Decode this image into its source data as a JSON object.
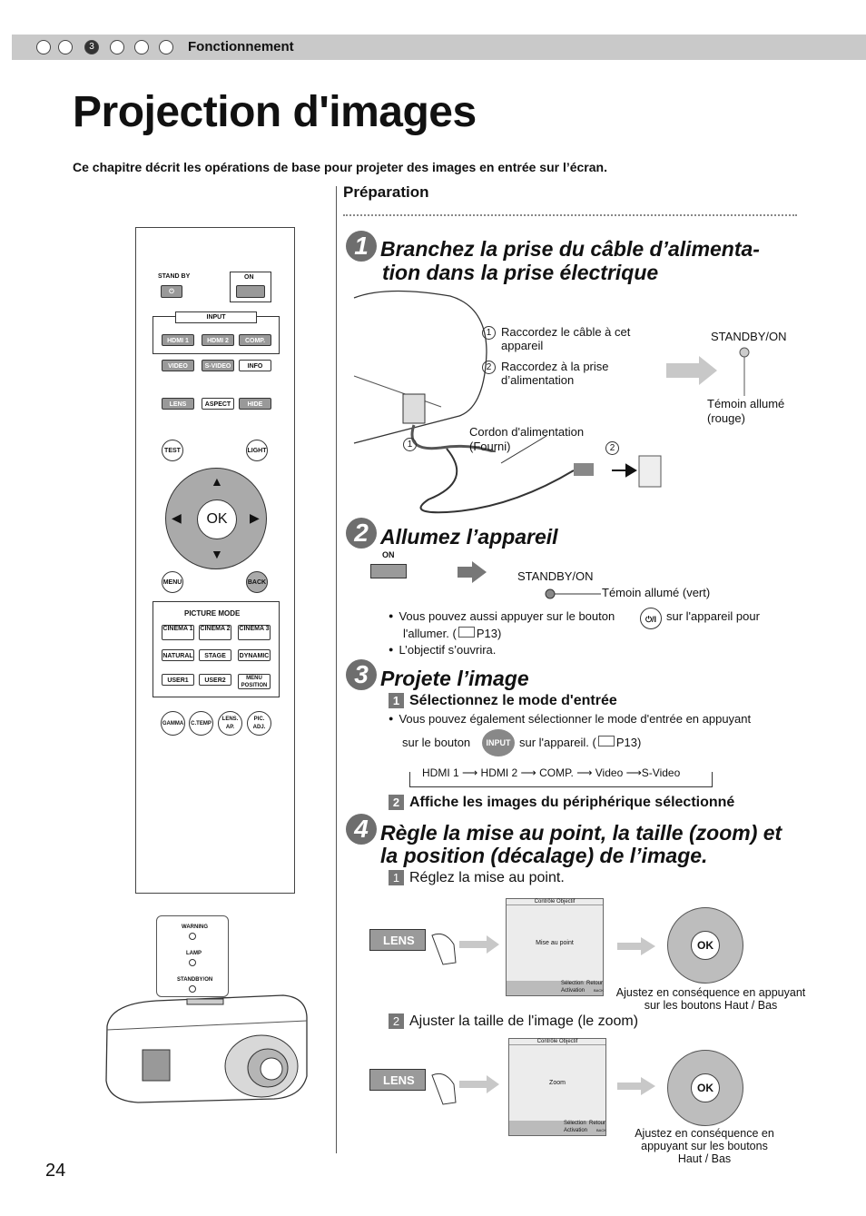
{
  "header": {
    "section_number": "3",
    "section_label": "Fonctionnement"
  },
  "title": "Projection d'images",
  "intro": "Ce chapitre décrit les opérations de base pour projeter des images en entrée sur l’écran.",
  "preparation": "Préparation",
  "step1": {
    "num": "1",
    "title_line1": "Branchez la prise du câble d’alimenta-",
    "title_line2": "tion dans la prise électrique",
    "note1": "Raccordez le câble à cet appareil",
    "note2": "Raccordez à la prise d’alimentation",
    "standby_label": "STANDBY/ON",
    "temoin": "Témoin allumé (rouge)",
    "cordon": "Cordon d'alimentation (Fourni)",
    "c1": "1",
    "c2": "2"
  },
  "step2": {
    "num": "2",
    "title": "Allumez l’appareil",
    "on_label": "ON",
    "standby_label": "STANDBY/ON",
    "temoin": "Témoin allumé (vert)",
    "bullet1a": "Vous pouvez aussi appuyer sur le bouton",
    "bullet1b": "sur l'appareil pour",
    "bullet1c": "l'allumer. (",
    "bullet1ref": "P13)",
    "bullet2": "L’objectif s’ouvrira.",
    "power_icon": "⏻/I"
  },
  "step3": {
    "num": "3",
    "title": "Projete l’image",
    "sub1_num": "1",
    "sub1": "Sélectionnez le mode d'entrée",
    "bullet1": "Vous pouvez également sélectionner le mode d'entrée en appuyant",
    "bullet1b": "sur le bouton",
    "bullet1c": "sur l'appareil. (",
    "bullet1ref": "P13)",
    "input_btn": "INPUT",
    "cycle": [
      "HDMI 1",
      "HDMI 2",
      "COMP.",
      "Video",
      "S-Video"
    ],
    "sub2_num": "2",
    "sub2": "Affiche les images du périphérique sélectionné"
  },
  "step4": {
    "num": "4",
    "title_line1": "Règle la mise au point, la taille (zoom) et",
    "title_line2": "la position (décalage) de l’image.",
    "sub1_num": "1",
    "sub1": "Réglez la mise au point.",
    "sub2_num": "2",
    "sub2": "Ajuster la taille de l'image (le zoom)",
    "lens_btn": "LENS",
    "screen1": {
      "top": "Contrôle Objectif",
      "mid": "Mise au point",
      "sel": "Sélection",
      "act": "Activation",
      "ret": "Retour",
      "back": "BACK"
    },
    "screen2": {
      "top": "Contrôle Objectif",
      "mid": "Zoom",
      "sel": "Sélection",
      "act": "Activation",
      "ret": "Retour",
      "back": "BACK"
    },
    "ok": "OK",
    "caption1_l1": "Ajustez en conséquence en appuyant",
    "caption1_l2": "sur les boutons Haut / Bas",
    "caption2_l1": "Ajustez en conséquence en",
    "caption2_l2": "appuyant sur les boutons",
    "caption2_l3": "Haut / Bas"
  },
  "remote": {
    "standby": "STAND BY",
    "on": "ON",
    "input": "INPUT",
    "hdmi1": "HDMI 1",
    "hdmi2": "HDMI 2",
    "comp": "COMP.",
    "video": "VIDEO",
    "svideo": "S-VIDEO",
    "info": "INFO",
    "lens": "LENS",
    "aspect": "ASPECT",
    "hide": "HIDE",
    "test": "TEST",
    "light": "LIGHT",
    "ok": "OK",
    "menu": "MENU",
    "back": "BACK",
    "picture_mode": "PICTURE MODE",
    "cinema1": "CINEMA 1",
    "cinema2": "CINEMA 2",
    "cinema3": "CINEMA 3",
    "natural": "NATURAL",
    "stage": "STAGE",
    "dynamic": "DYNAMIC",
    "user1": "USER1",
    "user2": "USER2",
    "menu_position": "MENU POSITION",
    "gamma": "GAMMA",
    "ctemp": "C.TEMP",
    "lensap": "LENS. AP.",
    "picadj": "PIC. ADJ."
  },
  "projector": {
    "warning": "WARNING",
    "lamp": "LAMP",
    "standbyon": "STANDBY/ON"
  },
  "page_number": "24"
}
